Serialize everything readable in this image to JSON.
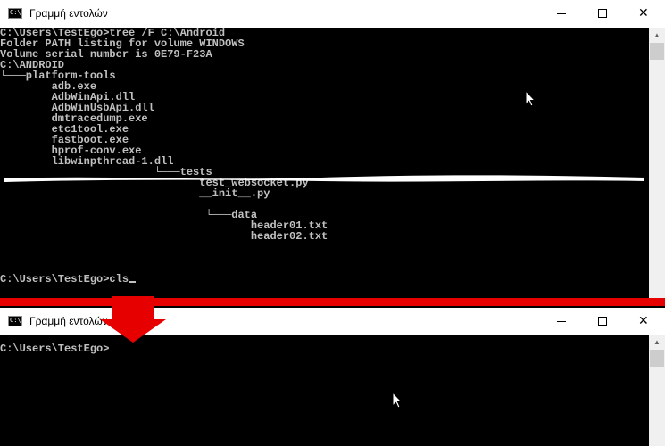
{
  "top_window": {
    "title": "Γραμμή εντολών",
    "icon_label": "C:\\",
    "lines": [
      "C:\\Users\\TestEgo>tree /F C:\\Android",
      "Folder PATH listing for volume WINDOWS",
      "Volume serial number is 0E79-F23A",
      "C:\\ANDROID",
      "└───platform-tools",
      "        adb.exe",
      "        AdbWinApi.dll",
      "        AdbWinUsbApi.dll",
      "        dmtracedump.exe",
      "        etc1tool.exe",
      "        fastboot.exe",
      "        hprof-conv.exe",
      "        libwinpthread-1.dll",
      "                        └───tests",
      "                               test_websocket.py",
      "                               __init__.py",
      "",
      "                                └───data",
      "                                       header01.txt",
      "                                       header02.txt",
      "",
      "",
      ""
    ],
    "prompt_line": "C:\\Users\\TestEgo>cls"
  },
  "bottom_window": {
    "title": "Γραμμή εντολών",
    "icon_label": "C:\\",
    "prompt_line": "C:\\Users\\TestEgo>"
  },
  "controls": {
    "close": "✕"
  },
  "colors": {
    "console_bg": "#000000",
    "console_text": "#c0c0c0",
    "arrow": "#e60000"
  }
}
